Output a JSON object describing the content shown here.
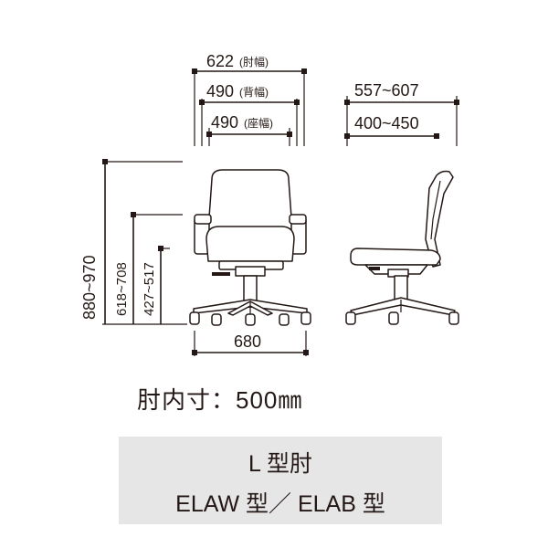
{
  "front_view": {
    "armrest_width": {
      "value": "622",
      "label": "(肘幅)"
    },
    "back_width": {
      "value": "490",
      "label": "(背幅)"
    },
    "seat_width": {
      "value": "490",
      "label": "(座幅)"
    },
    "total_height": "880~970",
    "armrest_height": "618~708",
    "seat_height": "427~517",
    "base_width": "680"
  },
  "side_view": {
    "depth": "557~607",
    "seat_depth": "400~450"
  },
  "armrest_note": "肘内寸：500㎜",
  "model_box": {
    "arm_type": "L 型肘",
    "models": "ELAW 型／ ELAB 型"
  }
}
